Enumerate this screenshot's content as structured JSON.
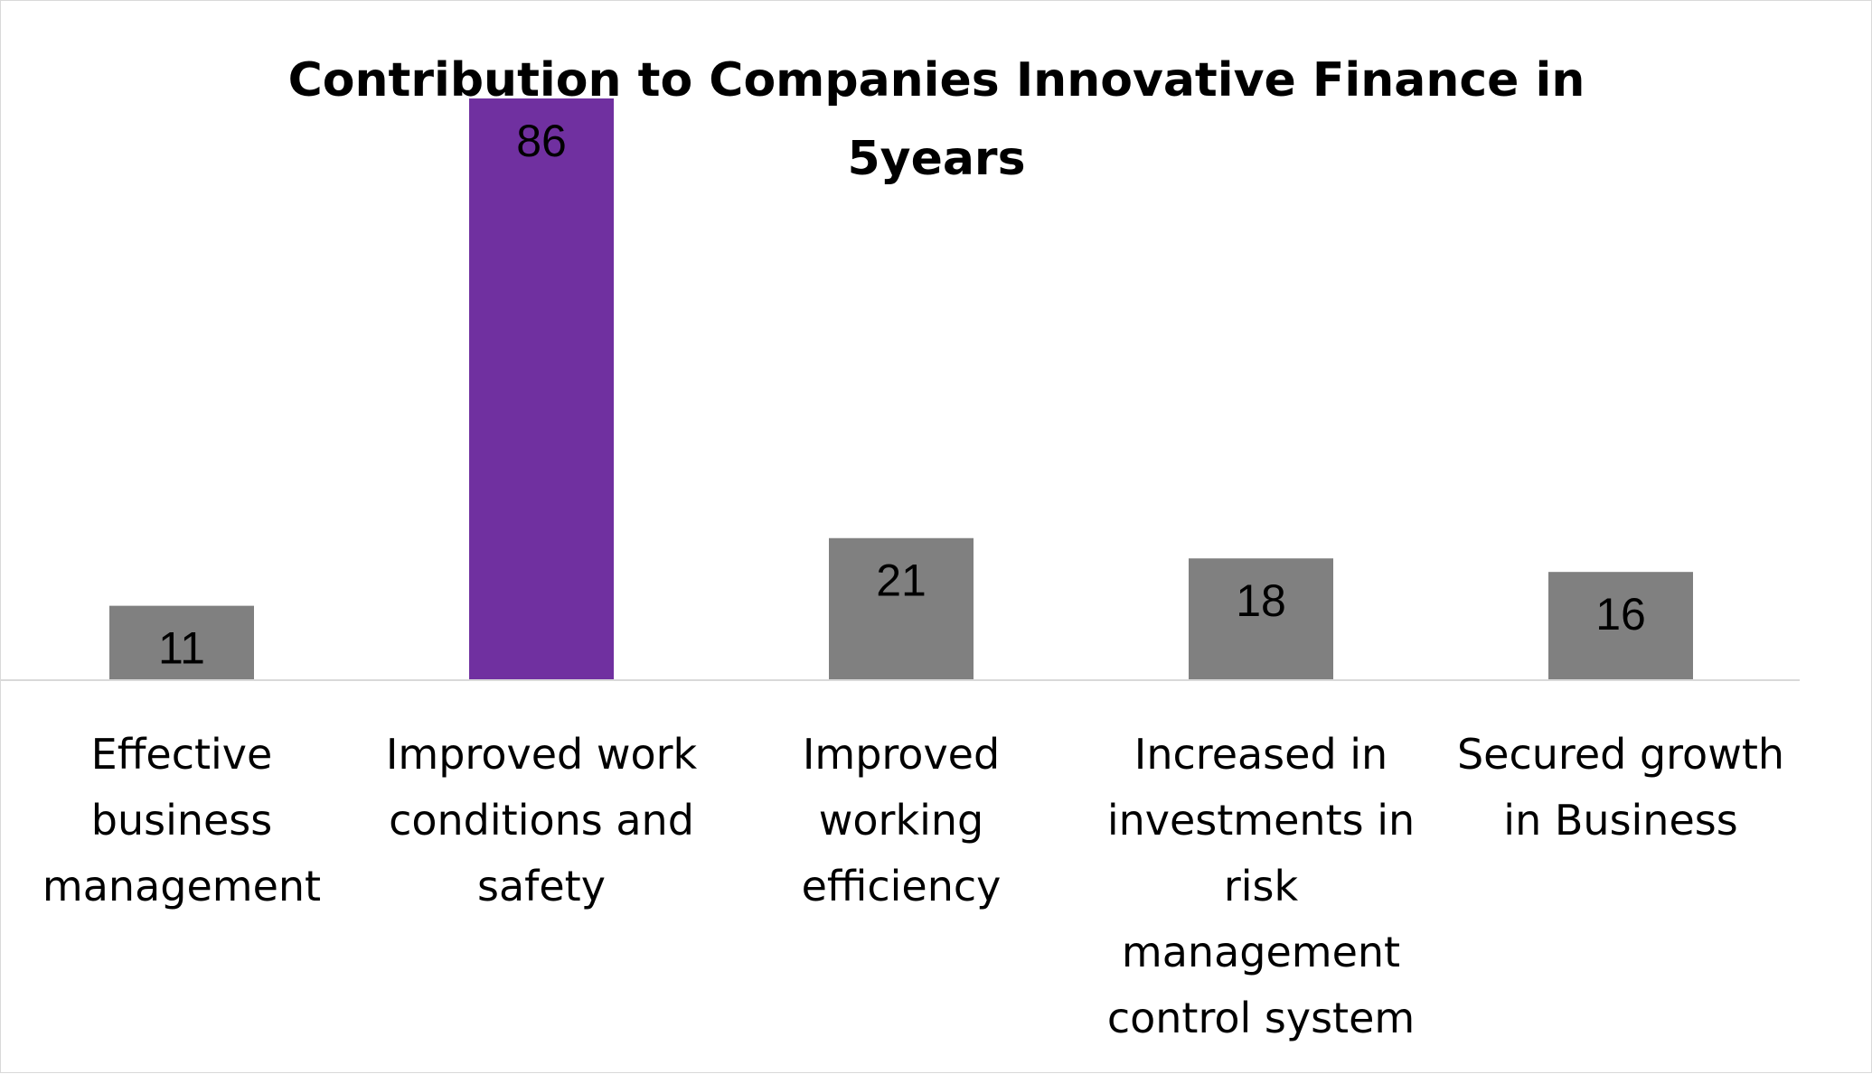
{
  "chart_data": {
    "type": "bar",
    "title": "Contribution to Companies Innovative Finance in 5years",
    "title_lines": [
      "Contribution to Companies Innovative Finance in",
      "5years"
    ],
    "categories": [
      "Effective business management",
      "Improved work conditions and safety",
      "Improved working efficiency",
      "Increased in investments in risk management control system",
      "Secured growth in Business"
    ],
    "category_lines": [
      [
        "Effective",
        "business",
        "management"
      ],
      [
        "Improved work",
        "conditions and",
        "safety"
      ],
      [
        "Improved",
        "working",
        "efficiency"
      ],
      [
        "Increased in",
        "investments in",
        "risk",
        "management",
        "control system"
      ],
      [
        "Secured growth",
        "in Business"
      ]
    ],
    "values": [
      11,
      86,
      21,
      18,
      16
    ],
    "data_labels": [
      "11",
      "86",
      "21",
      "18",
      "16"
    ],
    "bar_colors": [
      "#808080",
      "#7030a0",
      "#808080",
      "#808080",
      "#808080"
    ],
    "highlight_color": "#7030a0",
    "default_color": "#808080",
    "xlabel": "",
    "ylabel": "",
    "ylim": [
      0,
      86
    ],
    "grid": false,
    "legend": "none",
    "value_axis_visible": false
  }
}
